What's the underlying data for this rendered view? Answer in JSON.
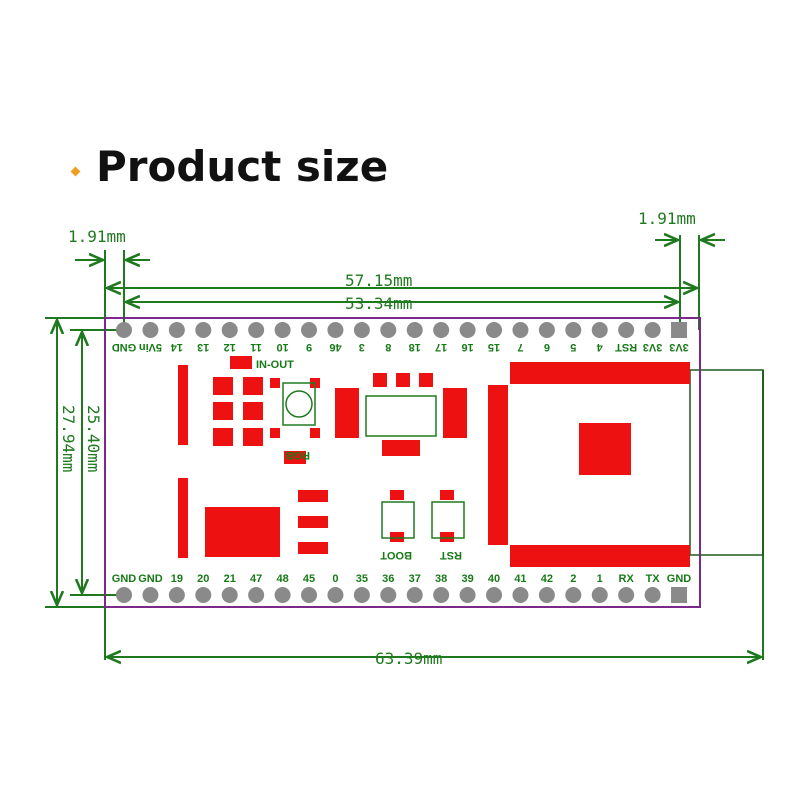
{
  "title": "Product size",
  "dimensions": {
    "left_margin": "1.91mm",
    "right_margin": "1.91mm",
    "pin_span": "57.15mm",
    "inner_span": "53.34mm",
    "row_spacing": "25.40mm",
    "board_width": "27.94mm",
    "total_length": "63.39mm"
  },
  "top_pins": [
    "GND",
    "5Vin",
    "14",
    "13",
    "12",
    "11",
    "10",
    "9",
    "46",
    "3",
    "8",
    "18",
    "17",
    "16",
    "15",
    "7",
    "6",
    "5",
    "4",
    "RST",
    "3V3",
    "3V3"
  ],
  "bottom_pins": [
    "GND",
    "GND",
    "19",
    "20",
    "21",
    "47",
    "48",
    "45",
    "0",
    "35",
    "36",
    "37",
    "38",
    "39",
    "40",
    "41",
    "42",
    "2",
    "1",
    "RX",
    "TX",
    "GND"
  ],
  "board_labels": {
    "in_out": "IN-OUT",
    "rgb": "RGB",
    "boot": "BOOT",
    "rst": "RST"
  },
  "colors": {
    "dimension": "#1f7a1f",
    "board_outline": "#7a2a8a",
    "component": "#ee1111",
    "pin": "#8a8a8a"
  }
}
